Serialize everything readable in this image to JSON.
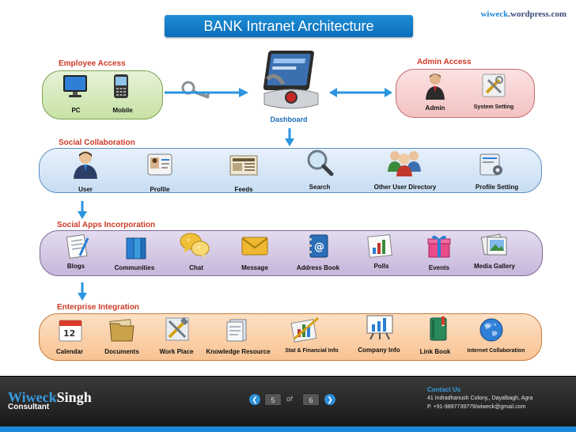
{
  "site": {
    "brand": "wiweck",
    "domain": ".wordpress.com"
  },
  "title": "BANK Intranet Architecture",
  "employee_access": {
    "label": "Employee Access",
    "items": [
      "PC",
      "Mobile"
    ]
  },
  "admin_access": {
    "label": "Admin Access",
    "items": [
      "Admin",
      "System Setting"
    ]
  },
  "dashboard": {
    "label": "Dashboard"
  },
  "social_collaboration": {
    "label": "Social Collaboration",
    "items": [
      "User",
      "Profile",
      "Feeds",
      "Search",
      "Other  User Directory",
      "Profile Setting"
    ]
  },
  "social_apps": {
    "label": "Social Apps Incorporation",
    "items": [
      "Blogs",
      "Communities",
      "Chat",
      "Message",
      "Address Book",
      "Polls",
      "Events",
      "Media Gallery"
    ]
  },
  "enterprise": {
    "label": "Enterprise Integration",
    "items": [
      "Calendar",
      "Documents",
      "Work Place",
      "Knowledge Resource",
      "Stat & Financial Info",
      "Company Info",
      "Link Book",
      "Internet Collaboration"
    ]
  },
  "footer": {
    "name_first": "Wiweck",
    "name_last": "Singh",
    "role": "Consultant",
    "pager": {
      "current": "5",
      "of": "of",
      "total": "6"
    },
    "contact_title": "Contact Us",
    "address": "41 Indradhanush Colony,, Dayalbagh, Agra",
    "phone_email": "P. +91-9897739779/wiweck@gmail.com"
  },
  "colors": {
    "accent": "#1e88d8",
    "section_label": "#cc3a26"
  }
}
